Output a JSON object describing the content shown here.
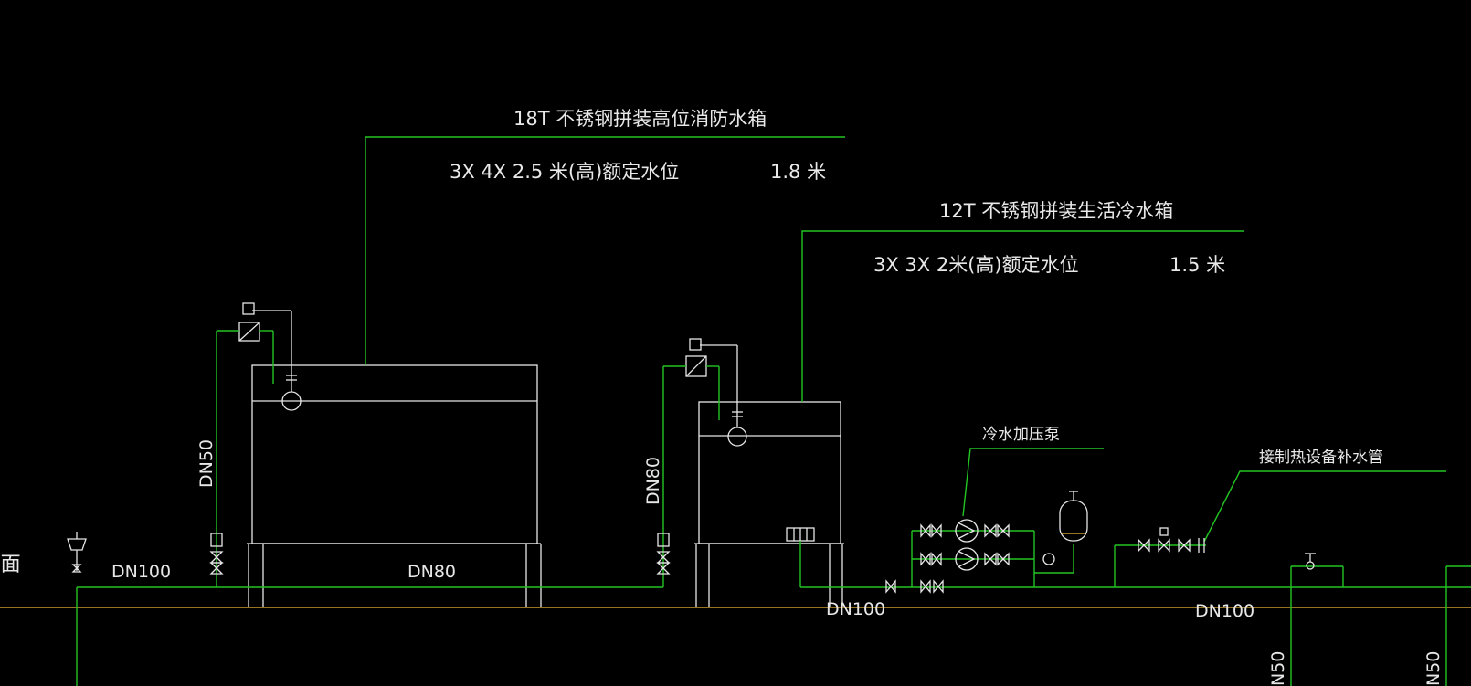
{
  "colors": {
    "background": "#000000",
    "pipe_green": "#22c422",
    "equipment_white": "#e6e6e6",
    "floor_line": "#c89a2c",
    "text": "#e8e8e8"
  },
  "labels": {
    "fire_tank_title": "18T 不锈钢拼装高位消防水箱",
    "fire_tank_spec": "3X 4X 2.5 米(高)额定水位",
    "fire_tank_level": "1.8  米",
    "cold_tank_title": "12T 不锈钢拼装生活冷水箱",
    "cold_tank_spec": "3X 3X 2米(高)额定水位",
    "cold_tank_level": "1.5  米",
    "booster_pump": "冷水加压泵",
    "makeup_pipe": "接制热设备补水管",
    "roof_partial": "(面",
    "dn100_left": "DN100",
    "dn80_mid": "DN80",
    "dn50_vertical": "DN50",
    "dn80_vertical": "DN80",
    "dn100_under_cold": "DN100",
    "dn100_right": "DN100",
    "dn50_bottom_a": "N50",
    "dn50_bottom_b": "N50"
  }
}
